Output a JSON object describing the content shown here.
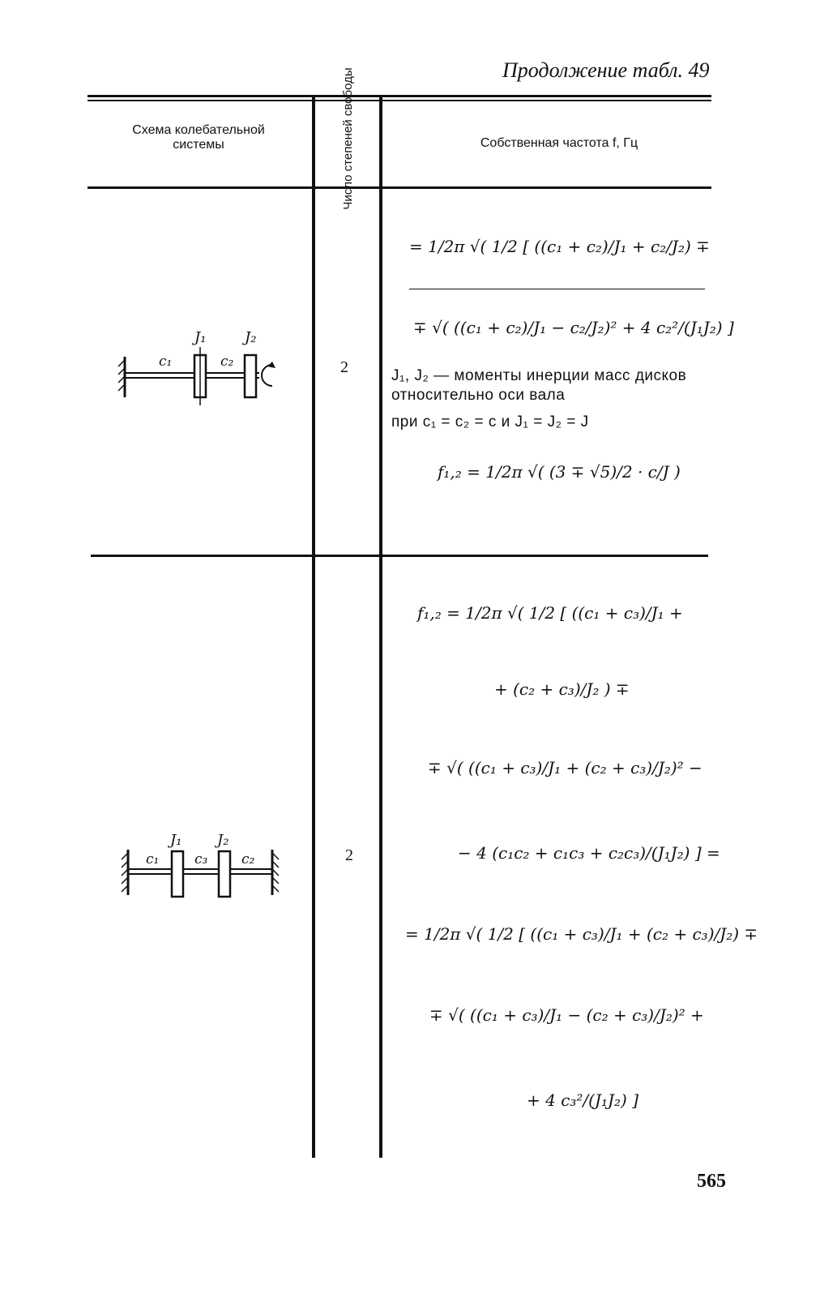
{
  "header": {
    "continuation": "Продолжение табл. 49"
  },
  "columns": {
    "scheme": "Схема колебательной системы",
    "dof": "Число степеней свободы",
    "frequency": "Собственная частота f, Гц"
  },
  "row1": {
    "scheme_labels": {
      "j1": "J₁",
      "j2": "J₂",
      "c1": "c₁",
      "c2": "c₂"
    },
    "dof": "2",
    "formula_line1": "= 1/2π √( 1/2 [ ((c₁ + c₂)/J₁ + c₂/J₂) ∓",
    "formula_line2": "∓ √( ((c₁ + c₂)/J₁ − c₂/J₂)² + 4 c₂²/(J₁J₂) ]",
    "note": "J₁, J₂ — моменты инерции масс дисков относительно оси вала",
    "condition": "при c₁ = c₂ = c и J₁ = J₂ = J",
    "result": "f₁,₂ = 1/2π √( (3 ∓ √5)/2 · c/J )"
  },
  "row2": {
    "scheme_labels": {
      "j1": "J₁",
      "j2": "J₂",
      "c1": "c₁",
      "c3": "c₃",
      "c2": "c₂"
    },
    "dof": "2",
    "formula_line1": "f₁,₂ = 1/2π √( 1/2 [ ((c₁ + c₃)/J₁ +",
    "formula_line2": "+ (c₂ + c₃)/J₂ ) ∓",
    "formula_line3": "∓ √( ((c₁ + c₃)/J₁ + (c₂ + c₃)/J₂)² −",
    "formula_line4": "− 4 (c₁c₂ + c₁c₃ + c₂c₃)/(J₁J₂) ] =",
    "formula_line5": "= 1/2π √( 1/2 [ ((c₁ + c₃)/J₁ + (c₂ + c₃)/J₂) ∓",
    "formula_line6": "∓ √( ((c₁ + c₃)/J₁ − (c₂ + c₃)/J₂)² +",
    "formula_line7": "+ 4 c₃²/(J₁J₂) ]"
  },
  "page_number": "565"
}
